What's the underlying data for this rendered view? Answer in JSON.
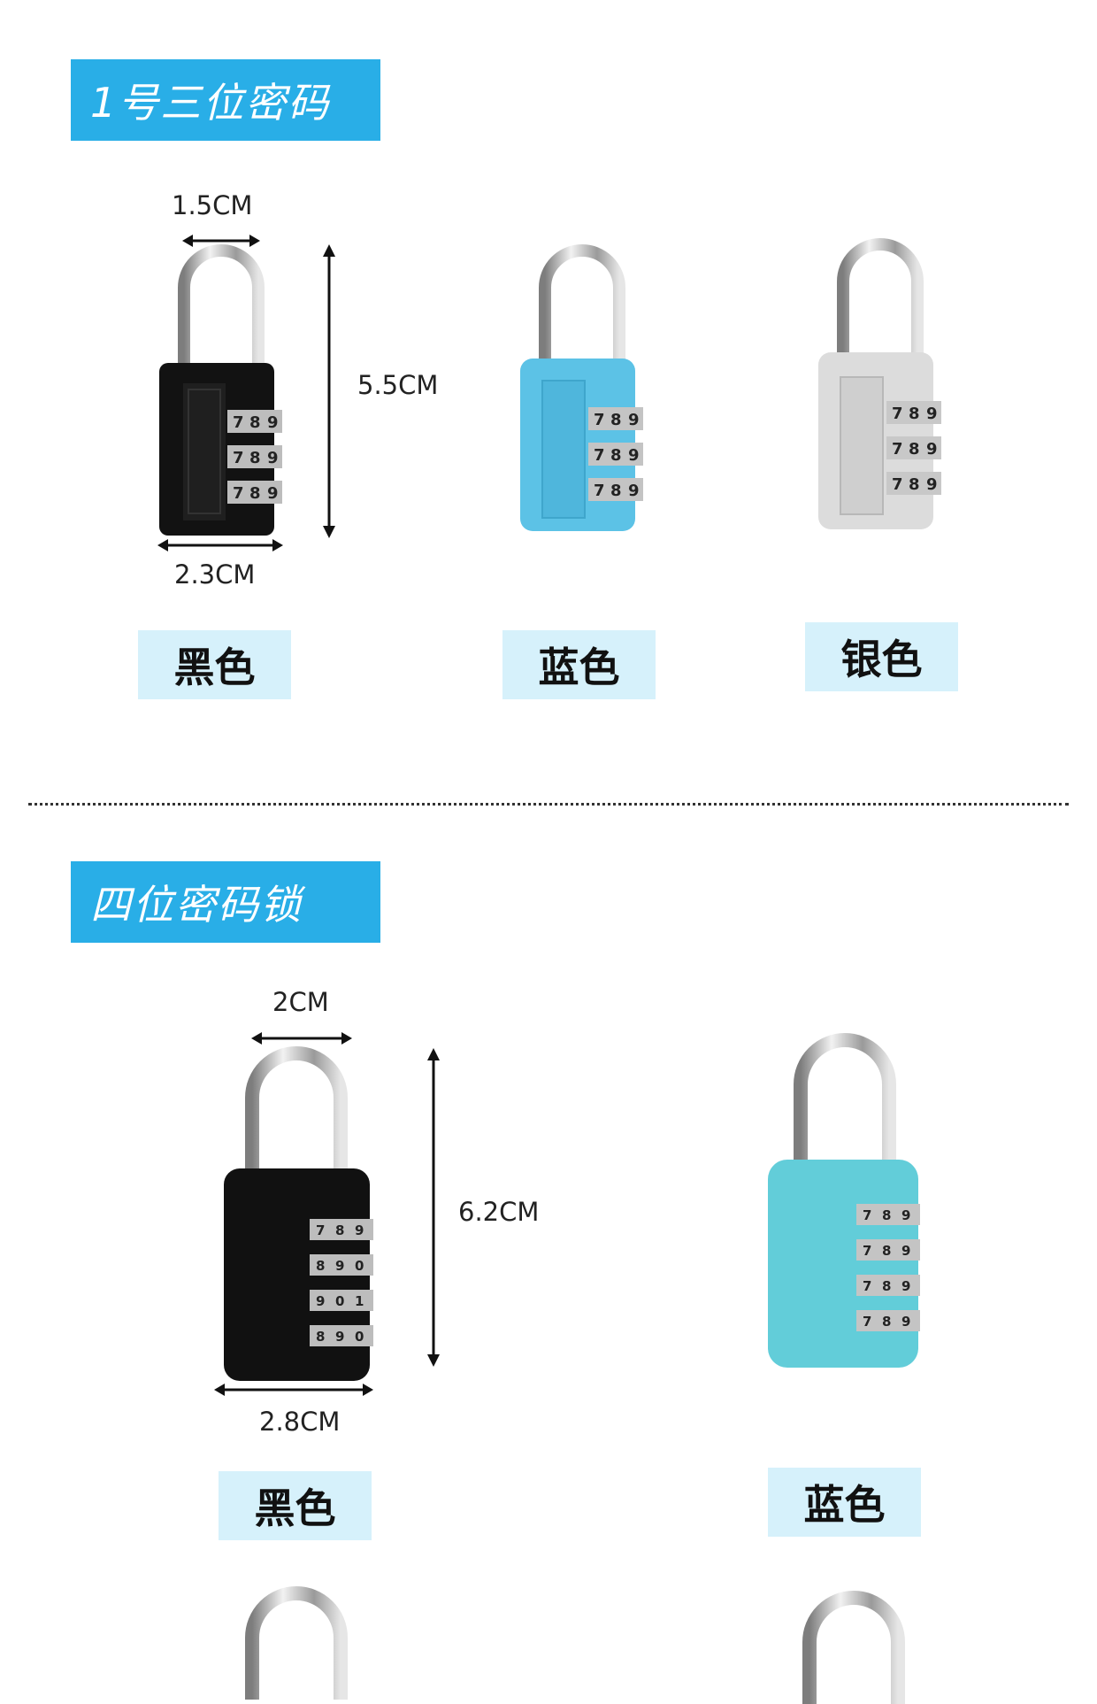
{
  "section1": {
    "title": "1号三位密码",
    "dims": {
      "width_top": "1.5CM",
      "height": "5.5CM",
      "width_bottom": "2.3CM"
    },
    "locks": [
      {
        "label": "黑色",
        "body_color": "#121212"
      },
      {
        "label": "蓝色",
        "body_color": "#5cc2e6"
      },
      {
        "label": "银色",
        "body_color": "#dcdcdc"
      }
    ]
  },
  "section2": {
    "title": "四位密码锁",
    "dims": {
      "width_top": "2CM",
      "height": "6.2CM",
      "width_bottom": "2.8CM"
    },
    "locks": [
      {
        "label": "黑色",
        "body_color": "#111111"
      },
      {
        "label": "蓝色",
        "body_color": "#62cdd9"
      }
    ]
  },
  "colors": {
    "header_bg": "#29aee7",
    "label_bg": "#d6f1fb"
  }
}
